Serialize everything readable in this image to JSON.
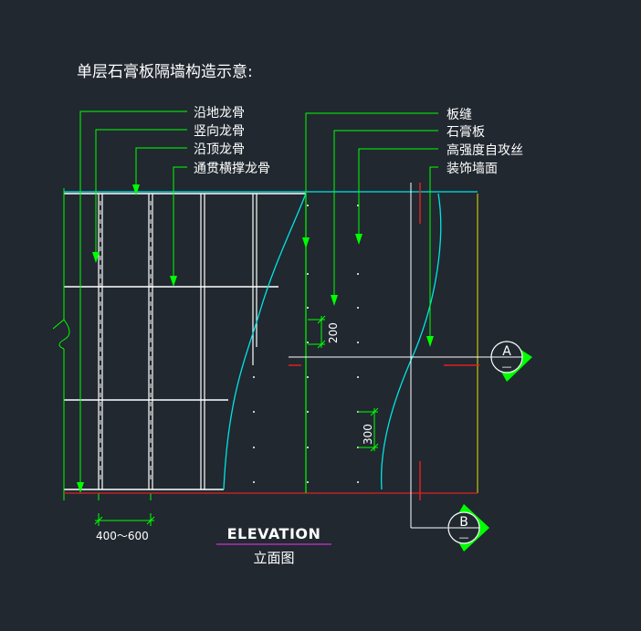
{
  "title": "单层石膏板隔墙构造示意:",
  "labels_left": [
    "沿地龙骨",
    "竖向龙骨",
    "沿顶龙骨",
    "通贯横撑龙骨"
  ],
  "labels_right": [
    "板缝",
    "石膏板",
    "高强度自攻丝",
    "装饰墙面"
  ],
  "dimensions": {
    "spacing": "400～600",
    "vertical_screw": "200",
    "field_screw": "300"
  },
  "section_markers": [
    {
      "letter": "A",
      "sub": "—"
    },
    {
      "letter": "B",
      "sub": "—"
    }
  ],
  "caption": {
    "heading": "ELEVATION",
    "sub": "立面图"
  },
  "colors": {
    "background": "#212830",
    "stud": "#00ff00",
    "track": "#ffffff",
    "board": "#00e5e5",
    "red": "#e02020",
    "yellow": "#e5e500",
    "underline": "#cc33cc",
    "text": "#ffffff"
  }
}
